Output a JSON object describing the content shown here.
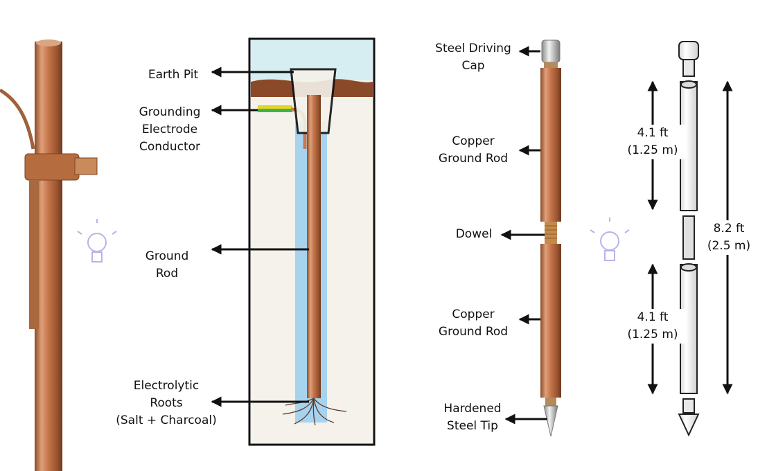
{
  "labels": {
    "earth_pit": [
      "Earth Pit"
    ],
    "conductor": [
      "Grounding",
      "Electrode",
      "Conductor"
    ],
    "ground_rod": [
      "Ground",
      "Rod"
    ],
    "roots": [
      "Electrolytic",
      "Roots",
      "(Salt + Charcoal)"
    ],
    "cap": [
      "Steel Driving",
      "Cap"
    ],
    "copper_upper": [
      "Copper",
      "Ground Rod"
    ],
    "dowel": [
      "Dowel"
    ],
    "copper_lower": [
      "Copper",
      "Ground Rod"
    ],
    "tip": [
      "Hardened",
      "Steel Tip"
    ]
  },
  "dimensions": {
    "upper_section": [
      "4.1 ft",
      "(1.25 m)"
    ],
    "total": [
      "8.2 ft",
      "(2.5 m)"
    ],
    "lower_section": [
      "4.1 ft",
      "(1.25 m)"
    ]
  },
  "colors": {
    "copper": "#c77a4d",
    "soil": "#8a4a2a",
    "sky": "#d6eef2",
    "ground": "#f4f2ea",
    "water": "#a7d3ef",
    "wire_green": "#3bb54a",
    "wire_yellow": "#e6d32a"
  }
}
